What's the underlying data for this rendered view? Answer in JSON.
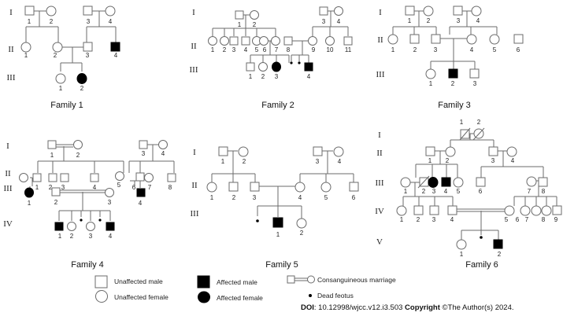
{
  "generations": [
    "I",
    "II",
    "III",
    "IV",
    "V"
  ],
  "families": [
    {
      "title": "Family 1"
    },
    {
      "title": "Family 2"
    },
    {
      "title": "Family 3"
    },
    {
      "title": "Family 4"
    },
    {
      "title": "Family 5"
    },
    {
      "title": "Family 6"
    }
  ],
  "legend": {
    "unaffected_male": "Unaffected male",
    "unaffected_female": "Unaffected female",
    "affected_male": "Affected male",
    "affected_female": "Affected female",
    "consanguineous": "Consanguineous marriage",
    "dead_foetus": "Dead feotus"
  },
  "footer": {
    "doi_label": "DOI",
    "doi_value": ": 10.12998/wjcc.v12.i3.503 ",
    "copyright_label": "Copyright",
    "copyright_value": " ©The Author(s) 2024."
  },
  "colors": {
    "line": "#6b6b6b",
    "affected": "#000000",
    "unaffected_fill": "#ffffff"
  }
}
